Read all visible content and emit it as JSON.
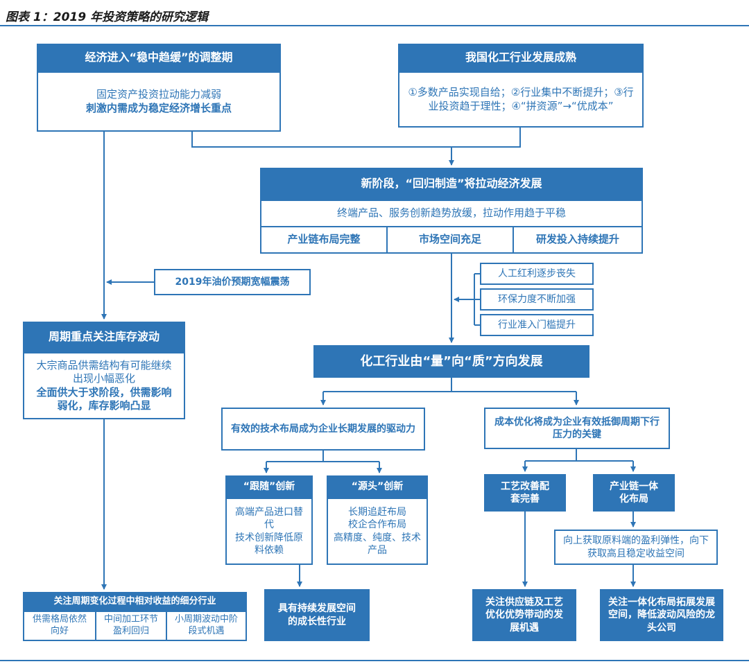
{
  "title": "图表 1：2019 年投资策略的研究逻辑",
  "left": {
    "header": "经济进入“稳中趋缓”的调整期",
    "body_line1": "固定资产投资拉动能力减弱",
    "body_line2": "刺激内需成为稳定经济增长重点"
  },
  "right_top": {
    "header": "我国化工行业发展成熟",
    "body": "①多数产品实现自给；②行业集中不断提升；③行业投资趋于理性；④“拼资源”→“优成本”"
  },
  "mid": {
    "header": "新阶段，“回归制造”将拉动经济发展",
    "body": "终端产品、服务创新趋势放缓，拉动作用趋于平稳",
    "cells": [
      "产业链布局完整",
      "市场空间充足",
      "研发投入持续提升"
    ]
  },
  "oil": "2019年油价预期宽幅震荡",
  "factors": [
    "人工红利逐步丧失",
    "环保力度不断加强",
    "行业准入门槛提升"
  ],
  "cycle": {
    "header": "周期重点关注库存波动",
    "line1": "大宗商品供需结构有可能继续出现小幅恶化",
    "line2": "全面供大于求阶段，供需影响弱化，库存影响凸显"
  },
  "quality": "化工行业由“量”向“质”方向发展",
  "tech": "有效的技术布局成为企业长期发展的驱动力",
  "cost": "成本优化将成为企业有效抵御周期下行压力的关键",
  "follow": {
    "header": "“跟随”创新",
    "body1": "高端产品进口替代",
    "body2": "技术创新降低原料依赖"
  },
  "source": {
    "header": "“源头”创新",
    "body1": "长期追赶布局",
    "body2": "校企合作布局",
    "body3": "高精度、纯度、技术产品"
  },
  "craft": "工艺改善配套完善",
  "chain": "产业链一体化布局",
  "chain_detail": "向上获取原料端的盈利弹性，向下获取高且稳定收益空间",
  "bottom_left": {
    "header": "关注周期变化过程中相对收益的细分行业",
    "cells": [
      "供需格局依然向好",
      "中间加工环节盈利回归",
      "小周期波动中阶段式机遇"
    ]
  },
  "growth": "具有持续发展空间的成长性行业",
  "supply": "关注供应链及工艺优化优势带动的发展机遇",
  "leader": "关注一体化布局拓展发展空间，降低波动风险的龙头公司",
  "colors": {
    "accent": "#2e75b6"
  }
}
